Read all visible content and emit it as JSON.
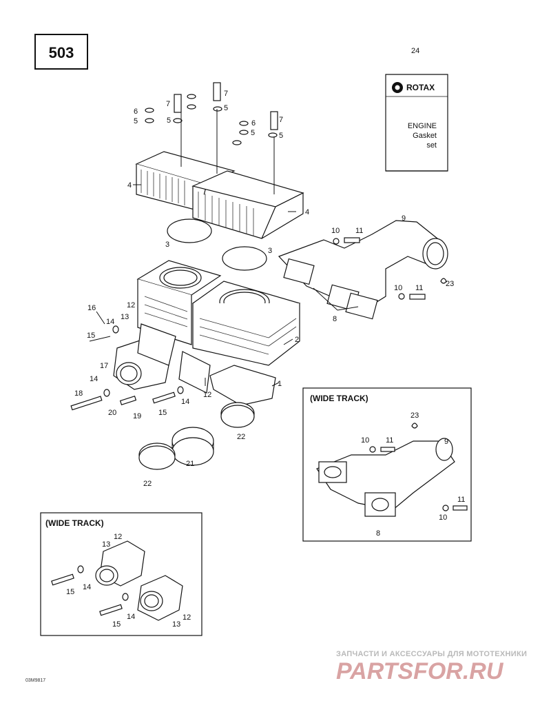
{
  "page_number": "503",
  "corner_number": "24",
  "gasket_kit": {
    "brand": "ROTAX",
    "line1": "ENGINE",
    "line2": "Gasket",
    "line3": "set"
  },
  "insets": [
    {
      "title": "(WIDE TRACK)"
    },
    {
      "title": "(WIDE TRACK)"
    }
  ],
  "callouts": {
    "c1": "1",
    "c2": "2",
    "c3a": "3",
    "c3b": "3",
    "c4a": "4",
    "c4b": "4",
    "c5a": "5",
    "c5b": "5",
    "c5c": "5",
    "c5d": "5",
    "c5e": "5",
    "c6a": "6",
    "c6b": "6",
    "c7a": "7",
    "c7b": "7",
    "c7c": "7",
    "c8": "8",
    "c9": "9",
    "c10a": "10",
    "c10b": "10",
    "c11a": "11",
    "c11b": "11",
    "c12a": "12",
    "c12b": "12",
    "c13": "13",
    "c14a": "14",
    "c14b": "14",
    "c14c": "14",
    "c15a": "15",
    "c15b": "15",
    "c16": "16",
    "c17": "17",
    "c18": "18",
    "c19": "19",
    "c20": "20",
    "c21": "21",
    "c22a": "22",
    "c22b": "22",
    "c23": "23",
    "w8": "8",
    "w9": "9",
    "w10a": "10",
    "w10b": "10",
    "w11a": "11",
    "w11b": "11",
    "w23": "23",
    "b12a": "12",
    "b12b": "12",
    "b13a": "13",
    "b13b": "13",
    "b14a": "14",
    "b14b": "14",
    "b15a": "15",
    "b15b": "15"
  },
  "ref_code": "03M9817",
  "watermark": {
    "line1": "ЗАПЧАСТИ И АКСЕССУАРЫ ДЛЯ МОТОТЕХНИКИ",
    "line2": "PARTSFOR.RU"
  }
}
